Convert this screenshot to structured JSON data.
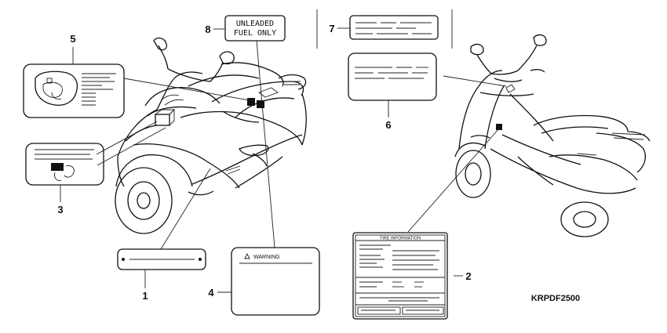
{
  "callouts": [
    "1",
    "2",
    "3",
    "4",
    "5",
    "6",
    "7",
    "8"
  ],
  "labels": {
    "fuel_line1": "UNLEADED",
    "fuel_line2": "FUEL ONLY",
    "warning": "WARNING",
    "tire_title": "TIRE INFORMATION"
  },
  "diagram_code": "KRPDF2500"
}
